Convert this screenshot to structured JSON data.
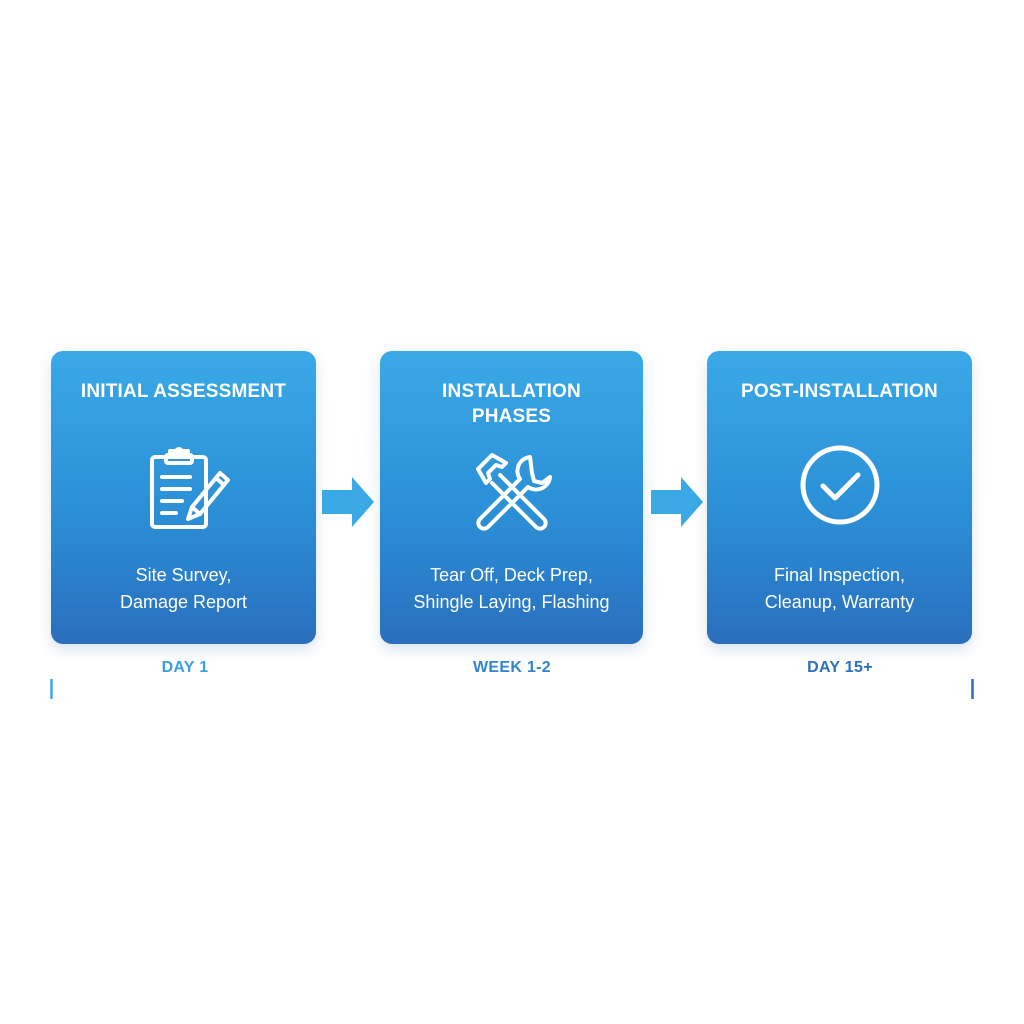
{
  "stages": [
    {
      "title": "INITIAL ASSESSMENT",
      "icon": "clipboard-pencil-icon",
      "desc_line1": "Site Survey,",
      "desc_line2": "Damage Report",
      "timeline_label": "DAY 1"
    },
    {
      "title": "INSTALLATION\nPHASES",
      "icon": "hammer-wrench-icon",
      "desc_line1": "Tear Off, Deck Prep,",
      "desc_line2": "Shingle Laying, Flashing",
      "timeline_label": "WEEK 1-2"
    },
    {
      "title": "POST-INSTALLATION",
      "icon": "checkmark-circle-icon",
      "desc_line1": "Final Inspection,",
      "desc_line2": "Cleanup, Warranty",
      "timeline_label": "DAY 15+"
    }
  ],
  "colors": {
    "card_top": "#3aa9e6",
    "card_bottom": "#2a6fbe",
    "arrow": "#3aa9e6",
    "timeline_start": "#3aa9e6",
    "timeline_end": "#2a6fbe"
  }
}
